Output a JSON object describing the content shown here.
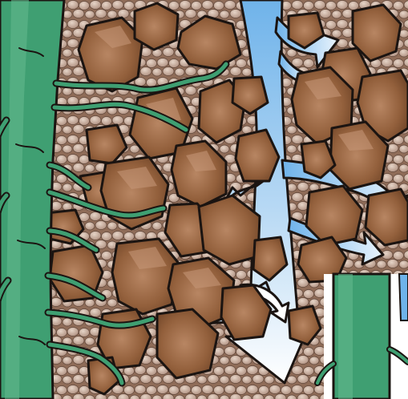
{
  "illustration": {
    "subject": "",
    "colors": {
      "soil_background": "#9a7660",
      "soil_fine_grain": "#c9ae9d",
      "particle_dark": "#6e4326",
      "particle_mid": "#93603c",
      "particle_light": "#b88663",
      "outline": "#1b1411",
      "root_green": "#3f9f72",
      "root_green_light": "#62b98e",
      "water_blue": "#6fb3ea",
      "water_light": "#e9f3fc",
      "inset_panel_bg": "#ffffff"
    },
    "elements": [
      {
        "name": "soil-matrix",
        "count": 1
      },
      {
        "name": "soil-particle",
        "count": 34
      },
      {
        "name": "plant-root",
        "count": 2
      },
      {
        "name": "water-flow-arrow",
        "count": 1
      },
      {
        "name": "water-branch-arrow",
        "count": 5
      }
    ]
  }
}
